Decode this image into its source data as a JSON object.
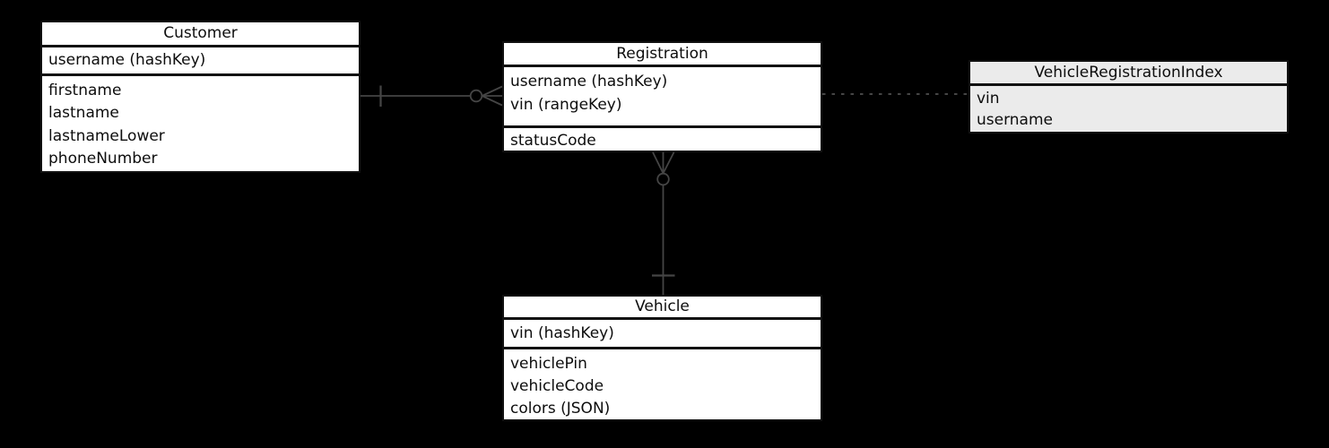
{
  "diagram": {
    "type": "entity-relationship",
    "background_color": "#000000",
    "line_color": "#454545",
    "border_color": "#111111",
    "entities": [
      {
        "title": "Customer",
        "fill": "#ffffff",
        "keys": [
          "username (hashKey)"
        ],
        "attributes": [
          "firstname",
          "lastname",
          "lastnameLower",
          "phoneNumber"
        ]
      },
      {
        "title": "Registration",
        "fill": "#ffffff",
        "keys": [
          "username (hashKey)",
          "vin (rangeKey)"
        ],
        "attributes": [
          "statusCode"
        ]
      },
      {
        "title": "VehicleRegistrationIndex",
        "fill": "#ebebeb",
        "keys": [],
        "attributes": [
          "vin",
          "username"
        ]
      },
      {
        "title": "Vehicle",
        "fill": "#ffffff",
        "keys": [
          "vin (hashKey)"
        ],
        "attributes": [
          "vehiclePin",
          "vehicleCode",
          "colors (JSON)"
        ]
      }
    ],
    "relationships": [
      {
        "from": "Customer",
        "to": "Registration",
        "from_cardinality": "one",
        "to_cardinality": "zero-or-many",
        "style": "solid"
      },
      {
        "from": "Registration",
        "to": "VehicleRegistrationIndex",
        "from_cardinality": "none",
        "to_cardinality": "none",
        "style": "dashed"
      },
      {
        "from": "Vehicle",
        "to": "Registration",
        "from_cardinality": "one",
        "to_cardinality": "zero-or-many",
        "style": "solid"
      }
    ]
  }
}
